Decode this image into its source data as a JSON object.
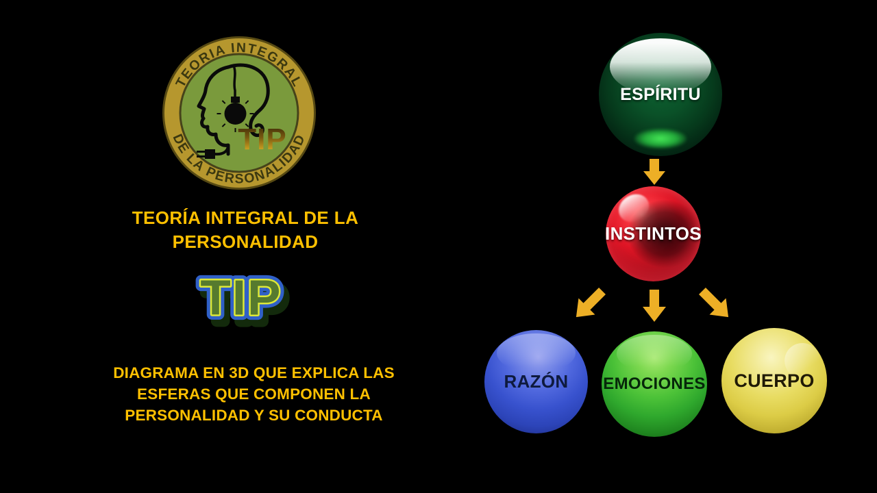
{
  "slide": {
    "background_color": "#000000",
    "accent_gold": "#FFC000"
  },
  "branding": {
    "logo_badge": {
      "ring_text_top": "TEORIA INTEGRAL",
      "ring_text_bottom": "DE LA PERSONALIDAD",
      "monogram": "TIP",
      "ring_color": "#B6972E",
      "inner_disc_color": "#7A9A3C",
      "ring_text_color": "#3B3810"
    },
    "title": "TEORÍA INTEGRAL DE LA\nPERSONALIDAD",
    "wordmark": "TIP",
    "wordmark_colors": {
      "fill": "#567A2E",
      "inner_outline": "#DDE838",
      "outer_outline": "#3060C8"
    },
    "description": "DIAGRAMA EN 3D QUE EXPLICA LAS\nESFERAS QUE COMPONEN LA\nPERSONALIDAD Y SU CONDUCTA"
  },
  "diagram": {
    "arrow_color": "#EDAF26",
    "spheres": {
      "espiritu": {
        "label": "ESPÍRITU",
        "base_color": "#0A5128",
        "label_color": "#FFFFFF"
      },
      "instintos": {
        "label": "INSTINTOS",
        "base_color": "#CC1322",
        "label_color": "#FFFFFF"
      },
      "razon": {
        "label": "RAZÓN",
        "base_color": "#3550CC",
        "label_color": "#0E1A3E"
      },
      "emociones": {
        "label": "EMOCIONES",
        "base_color": "#2AA02A",
        "label_color": "#06260A"
      },
      "cuerpo": {
        "label": "CUERPO",
        "base_color": "#D8C83E",
        "label_color": "#201A06"
      }
    }
  }
}
